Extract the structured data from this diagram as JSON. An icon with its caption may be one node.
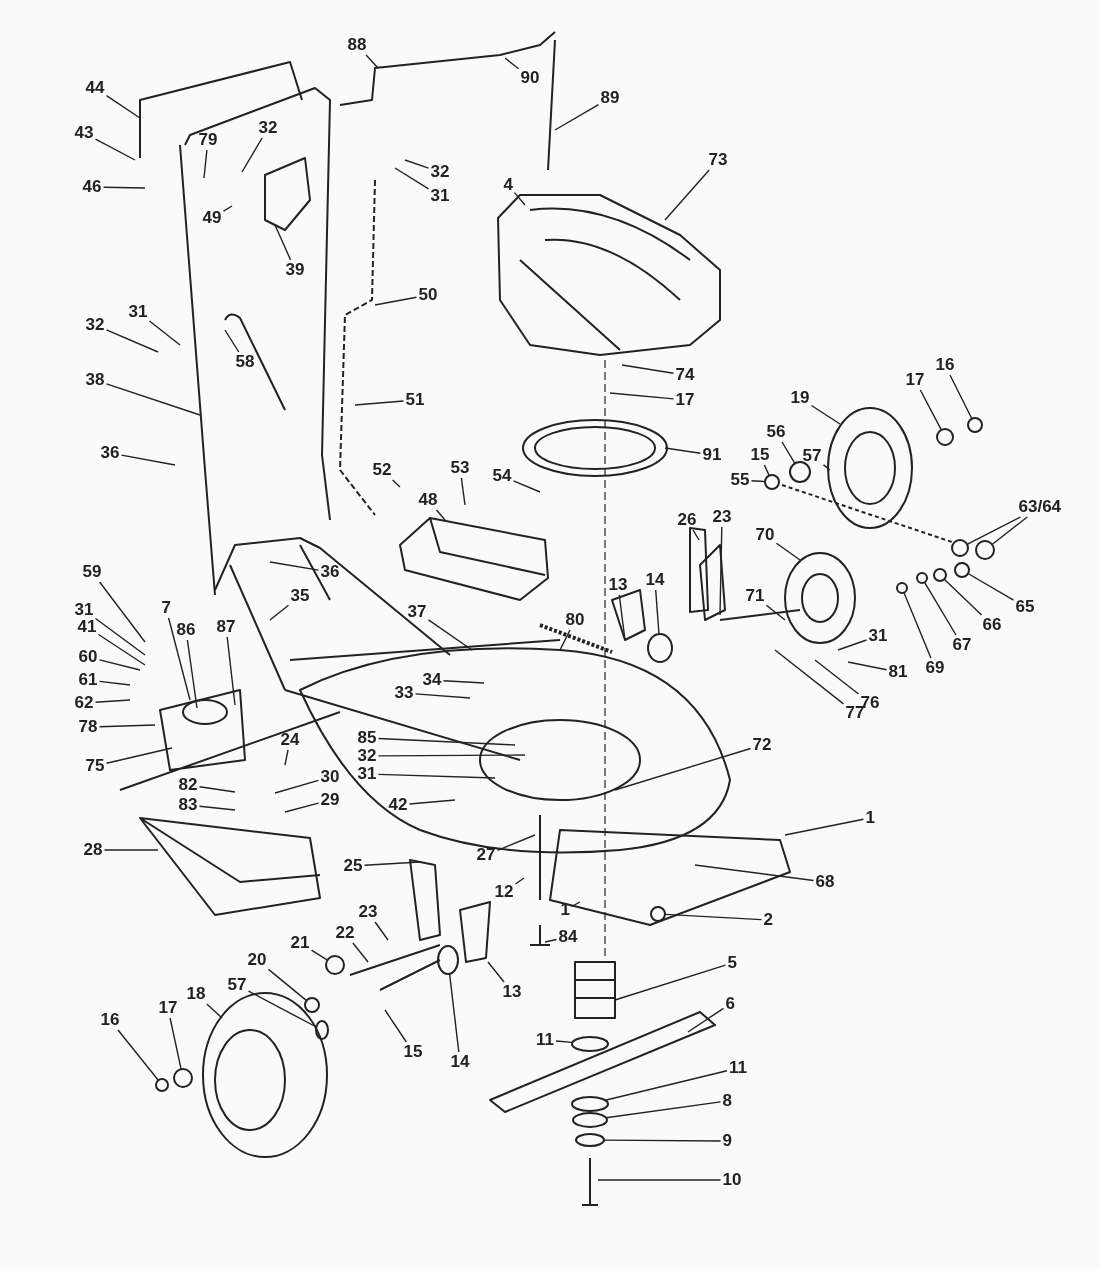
{
  "diagram": {
    "nodes": [
      {
        "text": [
          "88"
        ]
      },
      {
        "text": [
          "90"
        ]
      },
      {
        "text": [
          "89"
        ]
      },
      {
        "text": [
          "44"
        ]
      },
      {
        "text": [
          "43"
        ]
      },
      {
        "text": [
          "79"
        ]
      },
      {
        "text": [
          "32"
        ]
      },
      {
        "text": [
          "46"
        ]
      },
      {
        "text": [
          "49"
        ]
      },
      {
        "text": [
          "39"
        ]
      },
      {
        "text": [
          "32"
        ]
      },
      {
        "text": [
          "31"
        ]
      },
      {
        "text": [
          "73"
        ]
      },
      {
        "text": [
          "4"
        ]
      },
      {
        "text": [
          "50"
        ]
      },
      {
        "text": [
          "31"
        ]
      },
      {
        "text": [
          "32"
        ]
      },
      {
        "text": [
          "58"
        ]
      },
      {
        "text": [
          "38"
        ]
      },
      {
        "text": [
          "51"
        ]
      },
      {
        "text": [
          "74"
        ]
      },
      {
        "text": [
          "17"
        ]
      },
      {
        "text": [
          "91"
        ]
      },
      {
        "text": [
          "19"
        ]
      },
      {
        "text": [
          "17"
        ]
      },
      {
        "text": [
          "16"
        ]
      },
      {
        "text": [
          "56"
        ]
      },
      {
        "text": [
          "57"
        ]
      },
      {
        "text": [
          "15"
        ]
      },
      {
        "text": [
          "55"
        ]
      },
      {
        "text": [
          "36"
        ]
      },
      {
        "text": [
          "52"
        ]
      },
      {
        "text": [
          "53"
        ]
      },
      {
        "text": [
          "48"
        ]
      },
      {
        "text": [
          "54"
        ]
      },
      {
        "text": [
          "36"
        ]
      },
      {
        "text": [
          "35"
        ]
      },
      {
        "text": [
          "26"
        ]
      },
      {
        "text": [
          "23"
        ]
      },
      {
        "text": [
          "70"
        ]
      },
      {
        "text": [
          "14"
        ]
      },
      {
        "text": [
          "13"
        ]
      },
      {
        "text": [
          "80"
        ]
      },
      {
        "text": [
          "71"
        ]
      },
      {
        "text": [
          "63/64"
        ]
      },
      {
        "text": [
          "65"
        ]
      },
      {
        "text": [
          "66"
        ]
      },
      {
        "text": [
          "67"
        ]
      },
      {
        "text": [
          "69"
        ]
      },
      {
        "text": [
          "31"
        ]
      },
      {
        "text": [
          "81"
        ]
      },
      {
        "text": [
          "76"
        ]
      },
      {
        "text": [
          "77"
        ]
      },
      {
        "text": [
          "59"
        ]
      },
      {
        "text": [
          "31"
        ]
      },
      {
        "text": [
          "41"
        ]
      },
      {
        "text": [
          "7"
        ]
      },
      {
        "text": [
          "86"
        ]
      },
      {
        "text": [
          "87"
        ]
      },
      {
        "text": [
          "60"
        ]
      },
      {
        "text": [
          "61"
        ]
      },
      {
        "text": [
          "62"
        ]
      },
      {
        "text": [
          "78"
        ]
      },
      {
        "text": [
          "37"
        ]
      },
      {
        "text": [
          "34"
        ]
      },
      {
        "text": [
          "33"
        ]
      },
      {
        "text": [
          "85"
        ]
      },
      {
        "text": [
          "32"
        ]
      },
      {
        "text": [
          "31"
        ]
      },
      {
        "text": [
          "24"
        ]
      },
      {
        "text": [
          "75"
        ]
      },
      {
        "text": [
          "30"
        ]
      },
      {
        "text": [
          "29"
        ]
      },
      {
        "text": [
          "82"
        ]
      },
      {
        "text": [
          "83"
        ]
      },
      {
        "text": [
          "42"
        ]
      },
      {
        "text": [
          "72"
        ]
      },
      {
        "text": [
          "28"
        ]
      },
      {
        "text": [
          "25"
        ]
      },
      {
        "text": [
          "27"
        ]
      },
      {
        "text": [
          "12"
        ]
      },
      {
        "text": [
          "1"
        ]
      },
      {
        "text": [
          "68"
        ]
      },
      {
        "text": [
          "1"
        ]
      },
      {
        "text": [
          "2"
        ]
      },
      {
        "text": [
          "84"
        ]
      },
      {
        "text": [
          "23"
        ]
      },
      {
        "text": [
          "22"
        ]
      },
      {
        "text": [
          "21"
        ]
      },
      {
        "text": [
          "20"
        ]
      },
      {
        "text": [
          "57"
        ]
      },
      {
        "text": [
          "18"
        ]
      },
      {
        "text": [
          "16"
        ]
      },
      {
        "text": [
          "17"
        ]
      },
      {
        "text": [
          "15"
        ]
      },
      {
        "text": [
          "14"
        ]
      },
      {
        "text": [
          "13"
        ]
      },
      {
        "text": [
          "5"
        ]
      },
      {
        "text": [
          "6"
        ]
      },
      {
        "text": [
          "11"
        ]
      },
      {
        "text": [
          "11"
        ]
      },
      {
        "text": [
          "8"
        ]
      },
      {
        "text": [
          "9"
        ]
      },
      {
        "text": [
          "10"
        ]
      },
      {
        "text": [],
        "shape": "circle"
      },
      {
        "text": [],
        "shape": "circle"
      },
      {
        "text": [],
        "shape": "circle"
      },
      {
        "text": [],
        "shape": "circle"
      },
      {
        "text": [],
        "shape": "circle"
      },
      {
        "text": [],
        "shape": "circle"
      },
      {
        "text": [],
        "shape": "circle"
      },
      {
        "text": [],
        "shape": "circle"
      },
      {
        "text": [],
        "shape": "circle"
      },
      {
        "text": [],
        "shape": "circle"
      },
      {
        "text": [],
        "shape": "circle"
      },
      {
        "text": [],
        "shape": "circle"
      },
      {
        "text": [],
        "shape": "circle"
      },
      {
        "text": [],
        "shape": "circle"
      },
      {
        "text": [],
        "shape": "circle"
      },
      {
        "text": [],
        "shape": "circle"
      },
      {
        "text": [],
        "shape": "circle"
      },
      {
        "text": [],
        "shape": "circle"
      },
      {
        "text": [],
        "shape": "circle"
      },
      {
        "text": [],
        "shape": "circle"
      },
      {
        "text": [],
        "shape": "circle"
      },
      {
        "text": [],
        "shape": "circle"
      }
    ],
    "edges": [
      {
        "from": 0,
        "to": null,
        "arrow": "none"
      },
      {
        "from": 1,
        "to": null,
        "arrow": "none"
      },
      {
        "from": 2,
        "to": null,
        "arrow": "none"
      },
      {
        "from": 3,
        "to": null,
        "arrow": "none"
      },
      {
        "from": 4,
        "to": null,
        "arrow": "none"
      },
      {
        "from": 5,
        "to": null,
        "arrow": "none"
      },
      {
        "from": 6,
        "to": null,
        "arrow": "none"
      },
      {
        "from": 7,
        "to": null,
        "arrow": "none"
      },
      {
        "from": 8,
        "to": null,
        "arrow": "none"
      },
      {
        "from": 9,
        "to": null,
        "arrow": "none"
      },
      {
        "from": 10,
        "to": null,
        "arrow": "none"
      },
      {
        "from": 11,
        "to": null,
        "arrow": "none"
      },
      {
        "from": 12,
        "to": null,
        "arrow": "none"
      },
      {
        "from": 13,
        "to": null,
        "arrow": "none"
      },
      {
        "from": 14,
        "to": null,
        "arrow": "none"
      },
      {
        "from": 15,
        "to": null,
        "arrow": "none"
      },
      {
        "from": 16,
        "to": null,
        "arrow": "none"
      },
      {
        "from": 17,
        "to": null,
        "arrow": "none"
      },
      {
        "from": 18,
        "to": null,
        "arrow": "none"
      },
      {
        "from": 19,
        "to": null,
        "arrow": "none"
      },
      {
        "from": 20,
        "to": null,
        "arrow": "none"
      },
      {
        "from": 21,
        "to": null,
        "arrow": "none"
      },
      {
        "from": 22,
        "to": null,
        "arrow": "none"
      },
      {
        "from": 23,
        "to": null,
        "arrow": "none"
      },
      {
        "from": 24,
        "to": 104,
        "arrow": "none"
      },
      {
        "from": 25,
        "to": 105,
        "arrow": "none"
      },
      {
        "from": 26,
        "to": 106,
        "arrow": "none"
      },
      {
        "from": 27,
        "to": null,
        "arrow": "none"
      },
      {
        "from": 28,
        "to": 107,
        "arrow": "none"
      },
      {
        "from": 29,
        "to": 107,
        "arrow": "none"
      },
      {
        "from": 30,
        "to": null,
        "arrow": "none"
      },
      {
        "from": 31,
        "to": null,
        "arrow": "none"
      },
      {
        "from": 32,
        "to": null,
        "arrow": "none"
      },
      {
        "from": 33,
        "to": null,
        "arrow": "none"
      },
      {
        "from": 34,
        "to": null,
        "arrow": "none"
      },
      {
        "from": 35,
        "to": null,
        "arrow": "none"
      },
      {
        "from": 36,
        "to": null,
        "arrow": "none"
      },
      {
        "from": 37,
        "to": null,
        "arrow": "none"
      },
      {
        "from": 38,
        "to": null,
        "arrow": "none"
      },
      {
        "from": 39,
        "to": null,
        "arrow": "none"
      },
      {
        "from": 40,
        "to": 108,
        "arrow": "none"
      },
      {
        "from": 41,
        "to": null,
        "arrow": "none"
      },
      {
        "from": 42,
        "to": null,
        "arrow": "none"
      },
      {
        "from": 43,
        "to": null,
        "arrow": "none"
      },
      {
        "from": 44,
        "to": 109,
        "arrow": "none"
      },
      {
        "from": 45,
        "to": 113,
        "arrow": "none"
      },
      {
        "from": 46,
        "to": 111,
        "arrow": "none"
      },
      {
        "from": 47,
        "to": 112,
        "arrow": "none"
      },
      {
        "from": 48,
        "to": 114,
        "arrow": "none"
      },
      {
        "from": 49,
        "to": null,
        "arrow": "none"
      },
      {
        "from": 50,
        "to": null,
        "arrow": "none"
      },
      {
        "from": 51,
        "to": null,
        "arrow": "none"
      },
      {
        "from": 52,
        "to": null,
        "arrow": "none"
      },
      {
        "from": 53,
        "to": null,
        "arrow": "none"
      },
      {
        "from": 54,
        "to": null,
        "arrow": "none"
      },
      {
        "from": 55,
        "to": null,
        "arrow": "none"
      },
      {
        "from": 56,
        "to": null,
        "arrow": "none"
      },
      {
        "from": 57,
        "to": null,
        "arrow": "none"
      },
      {
        "from": 58,
        "to": null,
        "arrow": "none"
      },
      {
        "from": 59,
        "to": null,
        "arrow": "none"
      },
      {
        "from": 60,
        "to": null,
        "arrow": "none"
      },
      {
        "from": 61,
        "to": null,
        "arrow": "none"
      },
      {
        "from": 62,
        "to": null,
        "arrow": "none"
      },
      {
        "from": 63,
        "to": null,
        "arrow": "none"
      },
      {
        "from": 64,
        "to": null,
        "arrow": "none"
      },
      {
        "from": 65,
        "to": null,
        "arrow": "none"
      },
      {
        "from": 66,
        "to": null,
        "arrow": "none"
      },
      {
        "from": 67,
        "to": null,
        "arrow": "none"
      },
      {
        "from": 68,
        "to": null,
        "arrow": "none"
      },
      {
        "from": 69,
        "to": null,
        "arrow": "none"
      },
      {
        "from": 70,
        "to": null,
        "arrow": "none"
      },
      {
        "from": 71,
        "to": null,
        "arrow": "none"
      },
      {
        "from": 72,
        "to": null,
        "arrow": "none"
      },
      {
        "from": 73,
        "to": null,
        "arrow": "none"
      },
      {
        "from": 74,
        "to": null,
        "arrow": "none"
      },
      {
        "from": 75,
        "to": null,
        "arrow": "none"
      },
      {
        "from": 76,
        "to": null,
        "arrow": "none"
      },
      {
        "from": 77,
        "to": null,
        "arrow": "none"
      },
      {
        "from": 78,
        "to": null,
        "arrow": "none"
      },
      {
        "from": 79,
        "to": null,
        "arrow": "none"
      },
      {
        "from": 80,
        "to": null,
        "arrow": "none"
      },
      {
        "from": 81,
        "to": null,
        "arrow": "none"
      },
      {
        "from": 82,
        "to": null,
        "arrow": "none"
      },
      {
        "from": 83,
        "to": null,
        "arrow": "none"
      },
      {
        "from": 84,
        "to": 115,
        "arrow": "none"
      },
      {
        "from": 85,
        "to": null,
        "arrow": "none"
      },
      {
        "from": 86,
        "to": null,
        "arrow": "none"
      },
      {
        "from": 87,
        "to": null,
        "arrow": "none"
      },
      {
        "from": 88,
        "to": 116,
        "arrow": "none"
      },
      {
        "from": 89,
        "to": 117,
        "arrow": "none"
      },
      {
        "from": 90,
        "to": 118,
        "arrow": "none"
      },
      {
        "from": 91,
        "to": null,
        "arrow": "none"
      },
      {
        "from": 92,
        "to": 119,
        "arrow": "none"
      },
      {
        "from": 93,
        "to": 120,
        "arrow": "none"
      },
      {
        "from": 94,
        "to": null,
        "arrow": "none"
      },
      {
        "from": 95,
        "to": 121,
        "arrow": "none"
      },
      {
        "from": 96,
        "to": null,
        "arrow": "none"
      },
      {
        "from": 97,
        "to": null,
        "arrow": "none"
      },
      {
        "from": 98,
        "to": null,
        "arrow": "none"
      },
      {
        "from": 99,
        "to": 122,
        "arrow": "none"
      },
      {
        "from": 100,
        "to": 123,
        "arrow": "none"
      },
      {
        "from": 101,
        "to": 124,
        "arrow": "none"
      },
      {
        "from": 102,
        "to": 125,
        "arrow": "none"
      },
      {
        "from": 103,
        "to": null,
        "arrow": "none"
      },
      {
        "from": 44,
        "to": 110,
        "arrow": "none"
      }
    ]
  }
}
